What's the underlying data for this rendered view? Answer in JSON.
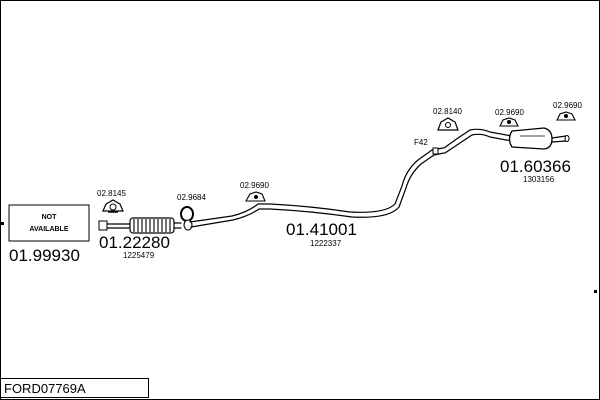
{
  "reference": "FORD07769A",
  "not_available": {
    "line1": "NOT",
    "line2": "AVAILABLE",
    "code": "01.99930"
  },
  "parts": [
    {
      "code": "01.22280",
      "oem": "1225479"
    },
    {
      "code": "01.41001",
      "oem": "1222337"
    },
    {
      "code": "01.60366",
      "oem": "1303156"
    }
  ],
  "clamp_label": "F42",
  "mounts": [
    {
      "code": "02.8145"
    },
    {
      "code": "02.9684"
    },
    {
      "code": "02.9690"
    },
    {
      "code": "02.8140"
    },
    {
      "code": "02.9690"
    },
    {
      "code": "02.9690"
    }
  ]
}
